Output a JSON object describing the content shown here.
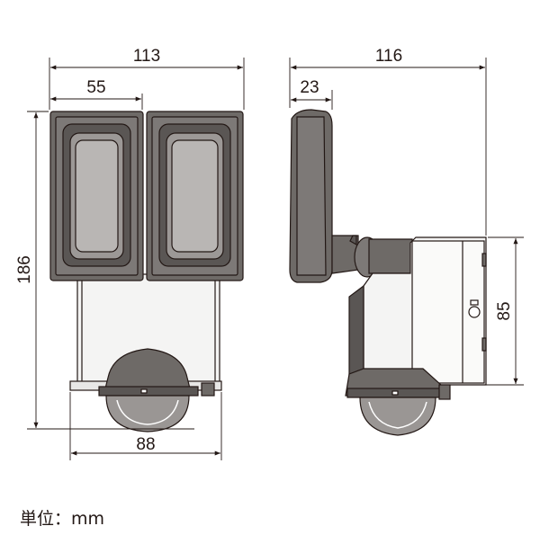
{
  "dimensions": {
    "front_width": "113",
    "head_width": "55",
    "height": "186",
    "base_width": "88",
    "side_depth": "116",
    "head_depth": "23",
    "body_height": "85"
  },
  "unit_label": "単位：mm",
  "colors": {
    "stroke": "#231815",
    "housing": "#6e6a67",
    "housing_dark": "#4a4644",
    "lens": "#8a8684",
    "sensor_dome": "#9a9694"
  }
}
